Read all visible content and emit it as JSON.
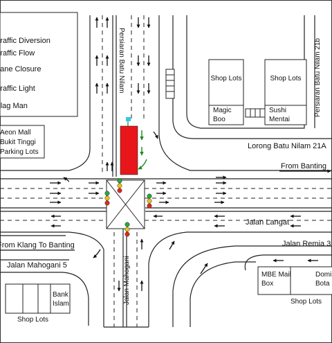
{
  "legend": {
    "items": [
      "Traffic Diversion",
      "Traffic Flow",
      "Lane Closure",
      "Traffic Light",
      "Flag Man"
    ]
  },
  "labels": {
    "aeon_mall": [
      "Aeon Mall",
      "Bukit Tinggi",
      "Parking Lots"
    ],
    "persiaran_batu_nilam": "Persiaran Batu Nilam",
    "persiaran_batu_nilam_21b": "Persiaran Batu Nilam 21b",
    "shop_lots_1": "Shop Lots",
    "shop_lots_2": "Shop Lots",
    "magic_boo": [
      "Magic",
      "Boo"
    ],
    "sushi_mentai": [
      "Sushi",
      "Mentai"
    ],
    "lorong_batu_nilam": "Lorong Batu Nilam 21A",
    "from_banting": "From Banting",
    "jalan_langat": "Jalan Langat",
    "from_klang": "From Klang To Banting",
    "jalan_remia": "Jalan Remia 3",
    "jalan_mahogani_5": "Jalan Mahogani 5",
    "jalan_mahogani": "Jalan Mahogani",
    "mbe": [
      "MBE Mail",
      "Box"
    ],
    "domino": [
      "Domi",
      "Bota"
    ],
    "bank_islam": [
      "Bank",
      "Islam"
    ],
    "shop_lots_bottom_left": "Shop Lots",
    "shop_lots_bottom_right": "Shop Lots"
  },
  "colors": {
    "closure": "#e8161b",
    "flow_green": "#1a8a1a",
    "light_red": "#e0281e",
    "light_yellow": "#e9c31c",
    "light_green": "#27a844",
    "flag": "#33c7e8"
  }
}
